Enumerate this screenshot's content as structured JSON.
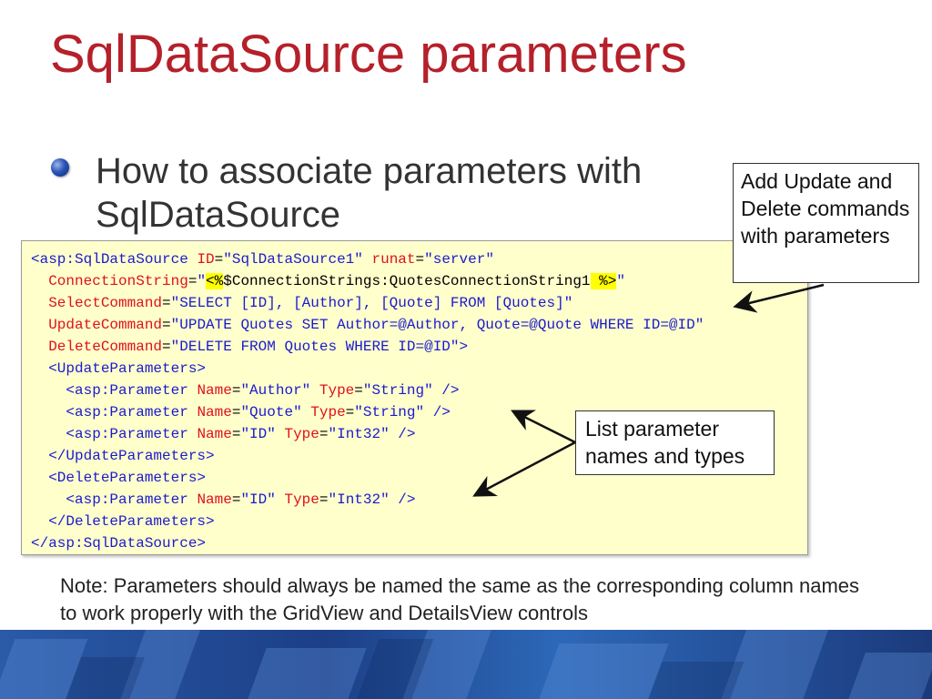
{
  "slide": {
    "title": "SqlDataSource parameters",
    "bullet": "How to associate parameters with SqlDataSource",
    "code_lines": [
      [
        {
          "c": "tag",
          "t": "<asp:SqlDataSource "
        },
        {
          "c": "attr",
          "t": "ID"
        },
        {
          "c": "plain",
          "t": "="
        },
        {
          "c": "str",
          "t": "\"SqlDataSource1\" "
        },
        {
          "c": "attr",
          "t": "runat"
        },
        {
          "c": "plain",
          "t": "="
        },
        {
          "c": "str",
          "t": "\"server\""
        }
      ],
      [
        {
          "c": "plain",
          "t": "  "
        },
        {
          "c": "attr",
          "t": "ConnectionString"
        },
        {
          "c": "plain",
          "t": "="
        },
        {
          "c": "str",
          "t": "\""
        },
        {
          "c": "hl",
          "t": "<%"
        },
        {
          "c": "plain",
          "t": "$ConnectionStrings:QuotesConnectionString1"
        },
        {
          "c": "hl",
          "t": " %>"
        },
        {
          "c": "str",
          "t": "\""
        }
      ],
      [
        {
          "c": "plain",
          "t": "  "
        },
        {
          "c": "attr",
          "t": "SelectCommand"
        },
        {
          "c": "plain",
          "t": "="
        },
        {
          "c": "str",
          "t": "\"SELECT [ID], [Author], [Quote] FROM [Quotes]\""
        }
      ],
      [
        {
          "c": "plain",
          "t": "  "
        },
        {
          "c": "attr",
          "t": "UpdateCommand"
        },
        {
          "c": "plain",
          "t": "="
        },
        {
          "c": "str",
          "t": "\"UPDATE Quotes SET Author=@Author, Quote=@Quote WHERE ID=@ID\""
        }
      ],
      [
        {
          "c": "plain",
          "t": "  "
        },
        {
          "c": "attr",
          "t": "DeleteCommand"
        },
        {
          "c": "plain",
          "t": "="
        },
        {
          "c": "str",
          "t": "\"DELETE FROM Quotes WHERE ID=@ID\">"
        }
      ],
      [
        {
          "c": "plain",
          "t": "  "
        },
        {
          "c": "tag",
          "t": "<UpdateParameters>"
        }
      ],
      [
        {
          "c": "plain",
          "t": "    "
        },
        {
          "c": "tag",
          "t": "<asp:Parameter "
        },
        {
          "c": "attr",
          "t": "Name"
        },
        {
          "c": "plain",
          "t": "="
        },
        {
          "c": "str",
          "t": "\"Author\" "
        },
        {
          "c": "attr",
          "t": "Type"
        },
        {
          "c": "plain",
          "t": "="
        },
        {
          "c": "str",
          "t": "\"String\" />"
        }
      ],
      [
        {
          "c": "plain",
          "t": "    "
        },
        {
          "c": "tag",
          "t": "<asp:Parameter "
        },
        {
          "c": "attr",
          "t": "Name"
        },
        {
          "c": "plain",
          "t": "="
        },
        {
          "c": "str",
          "t": "\"Quote\" "
        },
        {
          "c": "attr",
          "t": "Type"
        },
        {
          "c": "plain",
          "t": "="
        },
        {
          "c": "str",
          "t": "\"String\" />"
        }
      ],
      [
        {
          "c": "plain",
          "t": "    "
        },
        {
          "c": "tag",
          "t": "<asp:Parameter "
        },
        {
          "c": "attr",
          "t": "Name"
        },
        {
          "c": "plain",
          "t": "="
        },
        {
          "c": "str",
          "t": "\"ID\" "
        },
        {
          "c": "attr",
          "t": "Type"
        },
        {
          "c": "plain",
          "t": "="
        },
        {
          "c": "str",
          "t": "\"Int32\" />"
        }
      ],
      [
        {
          "c": "plain",
          "t": "  "
        },
        {
          "c": "tag",
          "t": "</UpdateParameters>"
        }
      ],
      [
        {
          "c": "plain",
          "t": "  "
        },
        {
          "c": "tag",
          "t": "<DeleteParameters>"
        }
      ],
      [
        {
          "c": "plain",
          "t": "    "
        },
        {
          "c": "tag",
          "t": "<asp:Parameter "
        },
        {
          "c": "attr",
          "t": "Name"
        },
        {
          "c": "plain",
          "t": "="
        },
        {
          "c": "str",
          "t": "\"ID\" "
        },
        {
          "c": "attr",
          "t": "Type"
        },
        {
          "c": "plain",
          "t": "="
        },
        {
          "c": "str",
          "t": "\"Int32\" />"
        }
      ],
      [
        {
          "c": "plain",
          "t": "  "
        },
        {
          "c": "tag",
          "t": "</DeleteParameters>"
        }
      ],
      [
        {
          "c": "tag",
          "t": "</asp:SqlDataSource>"
        }
      ]
    ],
    "callout_update_delete": "Add Update and Delete commands with parameters",
    "callout_param_list": "List parameter names and types",
    "note": "Note: Parameters should always be named the same as the corresponding column names to work properly with the GridView and DetailsView controls"
  },
  "colors": {
    "title": "#B5202A",
    "code_background": "#FFFFCC",
    "code_tag": "#1A1AD0",
    "code_attribute": "#E0101A",
    "highlight": "#FFFF00",
    "footer": "#1C3F86"
  },
  "icons": {
    "bullet": "blue-sphere-bullet-icon",
    "arrows": "callout-arrow-icon"
  }
}
